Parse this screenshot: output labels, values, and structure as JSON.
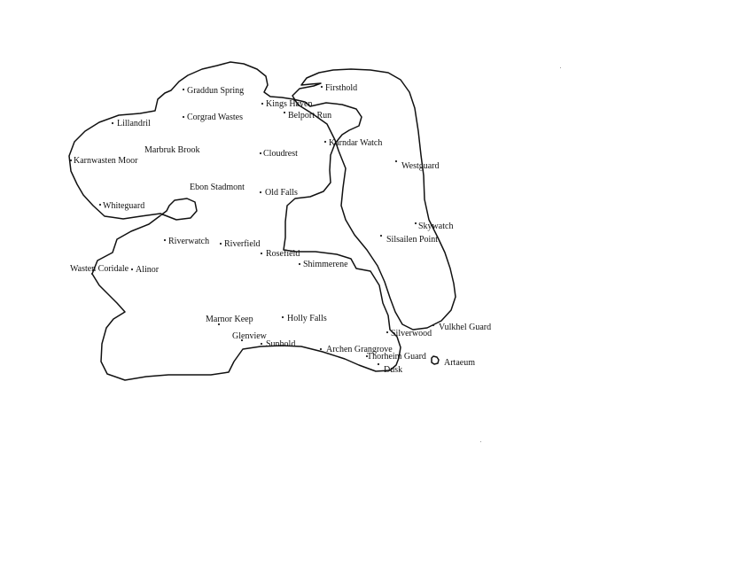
{
  "map": {
    "places": [
      {
        "id": "graddun-spring",
        "name": "Graddun Spring"
      },
      {
        "id": "kings-haven",
        "name": "Kings Haven"
      },
      {
        "id": "firsthold",
        "name": "Firsthold"
      },
      {
        "id": "lillandril",
        "name": "Lillandril"
      },
      {
        "id": "corgrad-wastes",
        "name": "Corgrad Wastes"
      },
      {
        "id": "belport-run",
        "name": "Belport Run"
      },
      {
        "id": "karndar-watch",
        "name": "Karndar Watch"
      },
      {
        "id": "marbruk-brook",
        "name": "Marbruk Brook"
      },
      {
        "id": "cloudrest",
        "name": "Cloudrest"
      },
      {
        "id": "karnwasten-moor",
        "name": "Karnwasten Moor"
      },
      {
        "id": "westguard",
        "name": "Westguard"
      },
      {
        "id": "ebon-stadmont",
        "name": "Ebon Stadmont"
      },
      {
        "id": "old-falls",
        "name": "Old Falls"
      },
      {
        "id": "whiteguard",
        "name": "Whiteguard"
      },
      {
        "id": "skywatch",
        "name": "Skywatch"
      },
      {
        "id": "silsailen-point",
        "name": "Silsailen Point"
      },
      {
        "id": "riverwatch",
        "name": "Riverwatch"
      },
      {
        "id": "riverfield",
        "name": "Riverfield"
      },
      {
        "id": "rosefield",
        "name": "Rosefield"
      },
      {
        "id": "wasten-coridale",
        "name": "Wasten Coridale"
      },
      {
        "id": "alinor",
        "name": "Alinor"
      },
      {
        "id": "shimmerene",
        "name": "Shimmerene"
      },
      {
        "id": "marnor-keep",
        "name": "Marnor Keep"
      },
      {
        "id": "holly-falls",
        "name": "Holly Falls"
      },
      {
        "id": "vulkhel-guard",
        "name": "Vulkhel Guard"
      },
      {
        "id": "glenview",
        "name": "Glenview"
      },
      {
        "id": "silverwood",
        "name": "Silverwood"
      },
      {
        "id": "sunhold",
        "name": "Sunhold"
      },
      {
        "id": "archen-grangrove",
        "name": "Archen Grangrove"
      },
      {
        "id": "thorheim-guard",
        "name": "Thorheim Guard"
      },
      {
        "id": "artaeum",
        "name": "Artaeum"
      },
      {
        "id": "dusk",
        "name": "Dusk"
      }
    ]
  }
}
